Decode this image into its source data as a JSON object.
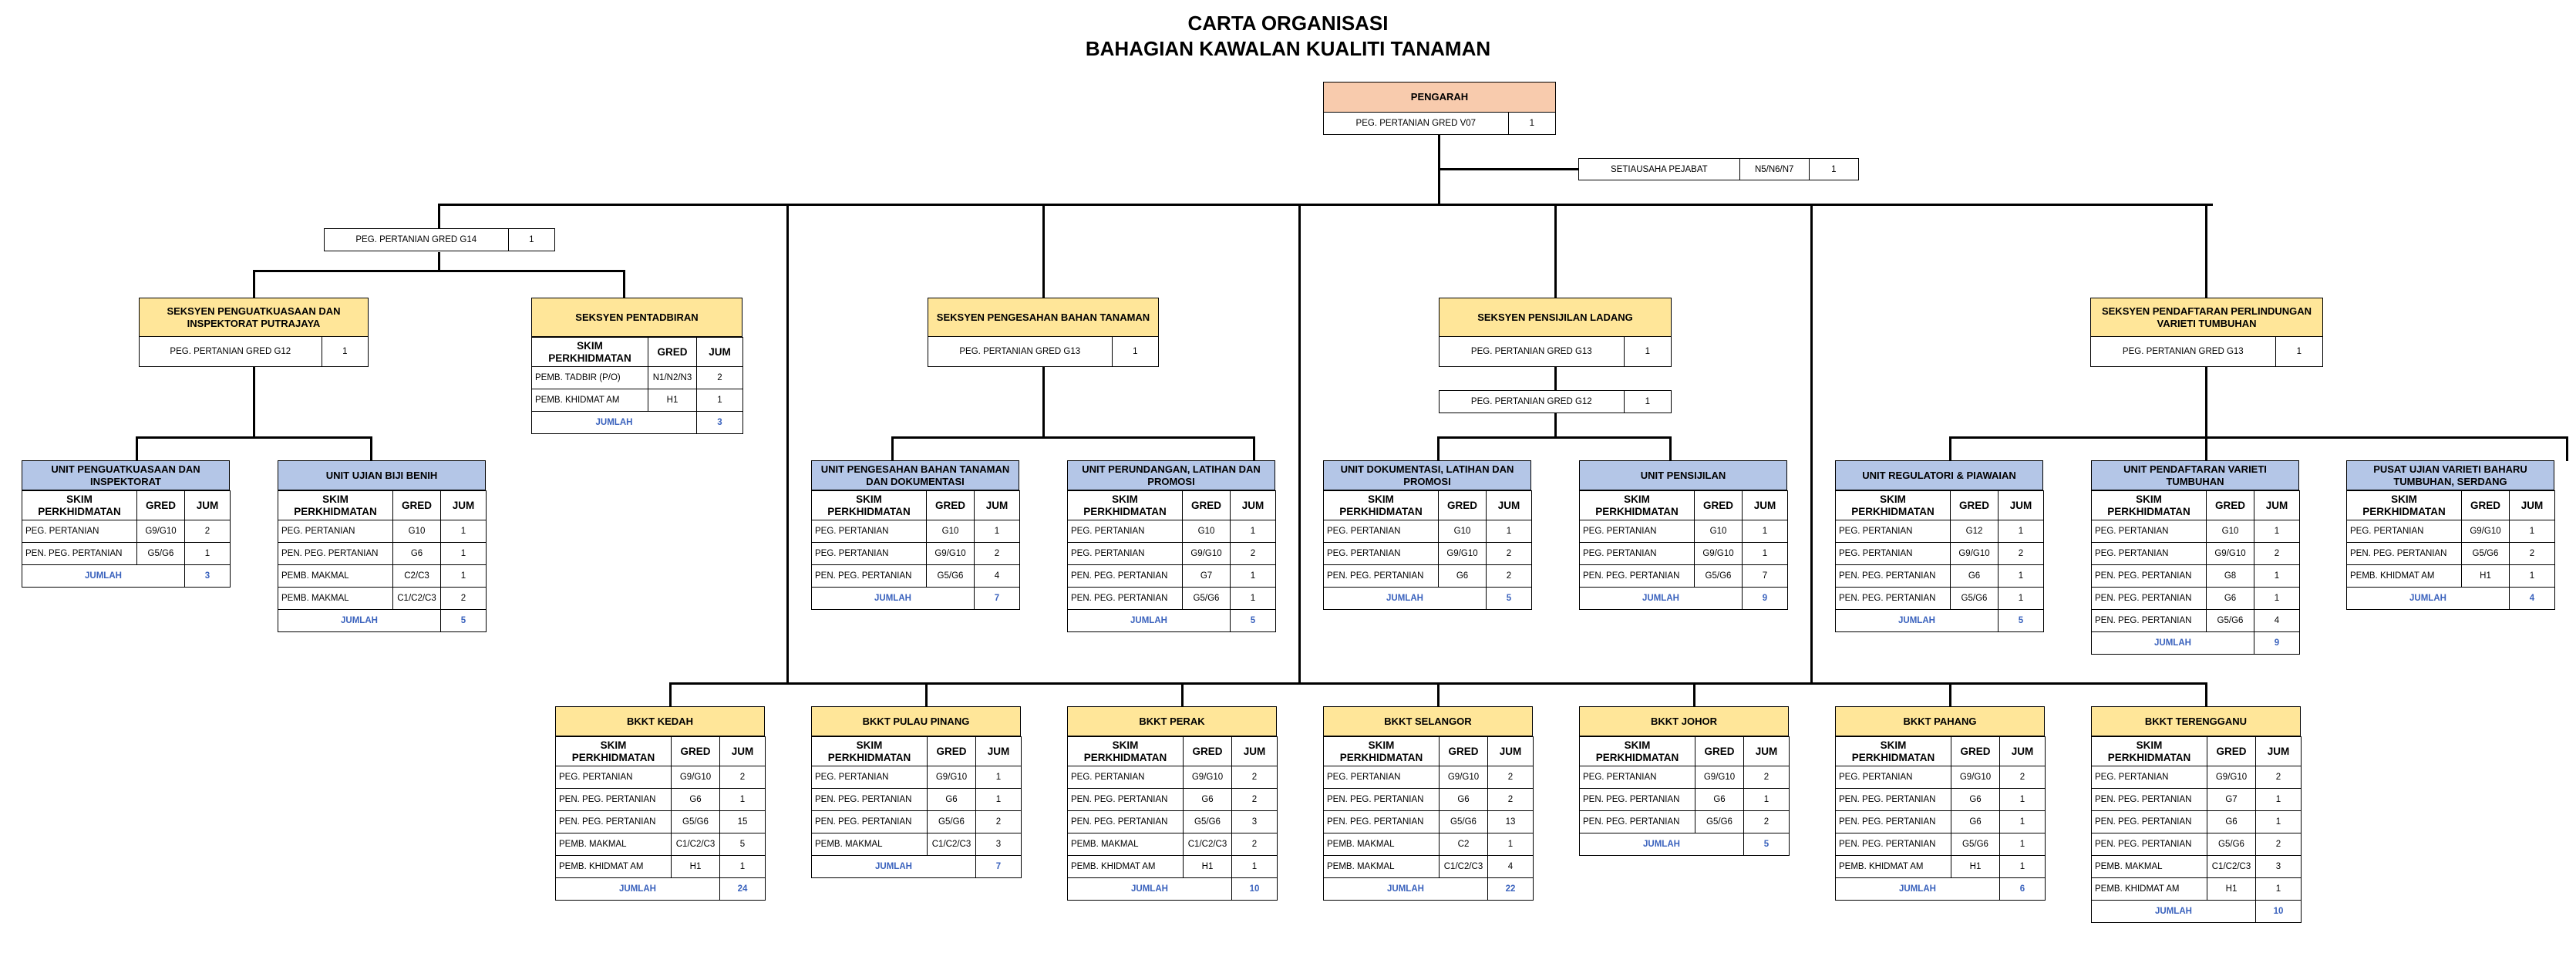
{
  "colors": {
    "head": "#f8cbad",
    "section": "#ffe699",
    "unit": "#b4c6e7",
    "total": "#3a62bd",
    "line": "#000000"
  },
  "title": {
    "line1": "CARTA ORGANISASI",
    "line2": "BAHAGIAN KAWALAN KUALITI TANAMAN"
  },
  "table_header": {
    "skim": "SKIM PERKHIDMATAN",
    "gred": "GRED",
    "jum": "JUM"
  },
  "total_label": "JUMLAH",
  "head": {
    "title": "PENGARAH",
    "post": "PEG. PERTANIAN GRED V07",
    "count": "1"
  },
  "secretary": {
    "post": "SETIAUSAHA PEJABAT",
    "grade": "N5/N6/N7",
    "count": "1"
  },
  "top_left_post": {
    "post": "PEG. PERTANIAN GRED G14",
    "count": "1"
  },
  "sections": [
    {
      "title": "SEKSYEN PENGUATKUASAAN DAN INSPEKTORAT PUTRAJAYA",
      "post": "PEG. PERTANIAN GRED G12",
      "count": "1"
    },
    {
      "title": "SEKSYEN PENTADBIRAN"
    },
    {
      "title": "SEKSYEN PENGESAHAN BAHAN TANAMAN",
      "post": "PEG. PERTANIAN GRED G13",
      "count": "1"
    },
    {
      "title": "SEKSYEN PENSIJILAN LADANG",
      "post": "PEG. PERTANIAN GRED G13",
      "count": "1",
      "post2": "PEG. PERTANIAN GRED G12",
      "count2": "1"
    },
    {
      "title": "SEKSYEN PENDAFTARAN PERLINDUNGAN VARIETI TUMBUHAN",
      "post": "PEG. PERTANIAN GRED G13",
      "count": "1"
    }
  ],
  "boxes": [
    {
      "title": "SEKSYEN PENTADBIRAN",
      "rows": [
        [
          "PEMB. TADBIR (P/O)",
          "N1/N2/N3",
          "2"
        ],
        [
          "PEMB. KHIDMAT AM",
          "H1",
          "1"
        ]
      ],
      "total": "3"
    },
    {
      "title": "UNIT PENGUATKUASAAN DAN INSPEKTORAT",
      "rows": [
        [
          "PEG. PERTANIAN",
          "G9/G10",
          "2"
        ],
        [
          "PEN. PEG. PERTANIAN",
          "G5/G6",
          "1"
        ]
      ],
      "total": "3"
    },
    {
      "title": "UNIT UJIAN BIJI BENIH",
      "rows": [
        [
          "PEG. PERTANIAN",
          "G10",
          "1"
        ],
        [
          "PEN. PEG. PERTANIAN",
          "G6",
          "1"
        ],
        [
          "PEMB. MAKMAL",
          "C2/C3",
          "1"
        ],
        [
          "PEMB. MAKMAL",
          "C1/C2/C3",
          "2"
        ]
      ],
      "total": "5"
    },
    {
      "title": "UNIT PENGESAHAN BAHAN TANAMAN DAN DOKUMENTASI",
      "rows": [
        [
          "PEG. PERTANIAN",
          "G10",
          "1"
        ],
        [
          "PEG. PERTANIAN",
          "G9/G10",
          "2"
        ],
        [
          "PEN. PEG. PERTANIAN",
          "G5/G6",
          "4"
        ]
      ],
      "total": "7"
    },
    {
      "title": "UNIT PERUNDANGAN, LATIHAN DAN PROMOSI",
      "rows": [
        [
          "PEG. PERTANIAN",
          "G10",
          "1"
        ],
        [
          "PEG. PERTANIAN",
          "G9/G10",
          "2"
        ],
        [
          "PEN. PEG. PERTANIAN",
          "G7",
          "1"
        ],
        [
          "PEN. PEG. PERTANIAN",
          "G5/G6",
          "1"
        ]
      ],
      "total": "5"
    },
    {
      "title": "UNIT DOKUMENTASI, LATIHAN DAN PROMOSI",
      "rows": [
        [
          "PEG. PERTANIAN",
          "G10",
          "1"
        ],
        [
          "PEG. PERTANIAN",
          "G9/G10",
          "2"
        ],
        [
          "PEN. PEG. PERTANIAN",
          "G6",
          "2"
        ]
      ],
      "total": "5"
    },
    {
      "title": "UNIT PENSIJILAN",
      "rows": [
        [
          "PEG. PERTANIAN",
          "G10",
          "1"
        ],
        [
          "PEG. PERTANIAN",
          "G9/G10",
          "1"
        ],
        [
          "PEN. PEG. PERTANIAN",
          "G5/G6",
          "7"
        ]
      ],
      "total": "9"
    },
    {
      "title": "UNIT REGULATORI & PIAWAIAN",
      "rows": [
        [
          "PEG. PERTANIAN",
          "G12",
          "1"
        ],
        [
          "PEG. PERTANIAN",
          "G9/G10",
          "2"
        ],
        [
          "PEN. PEG. PERTANIAN",
          "G6",
          "1"
        ],
        [
          "PEN. PEG. PERTANIAN",
          "G5/G6",
          "1"
        ]
      ],
      "total": "5"
    },
    {
      "title": "UNIT PENDAFTARAN VARIETI TUMBUHAN",
      "rows": [
        [
          "PEG. PERTANIAN",
          "G10",
          "1"
        ],
        [
          "PEG. PERTANIAN",
          "G9/G10",
          "2"
        ],
        [
          "PEN. PEG. PERTANIAN",
          "G8",
          "1"
        ],
        [
          "PEN. PEG. PERTANIAN",
          "G6",
          "1"
        ],
        [
          "PEN. PEG. PERTANIAN",
          "G5/G6",
          "4"
        ]
      ],
      "total": "9"
    },
    {
      "title": "PUSAT UJIAN VARIETI BAHARU TUMBUHAN, SERDANG",
      "rows": [
        [
          "PEG. PERTANIAN",
          "G9/G10",
          "1"
        ],
        [
          "PEN. PEG. PERTANIAN",
          "G5/G6",
          "2"
        ],
        [
          "PEMB. KHIDMAT AM",
          "H1",
          "1"
        ]
      ],
      "total": "4"
    },
    {
      "title": "BKKT KEDAH",
      "rows": [
        [
          "PEG. PERTANIAN",
          "G9/G10",
          "2"
        ],
        [
          "PEN. PEG. PERTANIAN",
          "G6",
          "1"
        ],
        [
          "PEN. PEG. PERTANIAN",
          "G5/G6",
          "15"
        ],
        [
          "PEMB. MAKMAL",
          "C1/C2/C3",
          "5"
        ],
        [
          "PEMB. KHIDMAT AM",
          "H1",
          "1"
        ]
      ],
      "total": "24"
    },
    {
      "title": "BKKT PULAU PINANG",
      "rows": [
        [
          "PEG. PERTANIAN",
          "G9/G10",
          "1"
        ],
        [
          "PEN. PEG. PERTANIAN",
          "G6",
          "1"
        ],
        [
          "PEN. PEG. PERTANIAN",
          "G5/G6",
          "2"
        ],
        [
          "PEMB. MAKMAL",
          "C1/C2/C3",
          "3"
        ]
      ],
      "total": "7"
    },
    {
      "title": "BKKT PERAK",
      "rows": [
        [
          "PEG. PERTANIAN",
          "G9/G10",
          "2"
        ],
        [
          "PEN. PEG. PERTANIAN",
          "G6",
          "2"
        ],
        [
          "PEN. PEG. PERTANIAN",
          "G5/G6",
          "3"
        ],
        [
          "PEMB. MAKMAL",
          "C1/C2/C3",
          "2"
        ],
        [
          "PEMB. KHIDMAT AM",
          "H1",
          "1"
        ]
      ],
      "total": "10"
    },
    {
      "title": "BKKT SELANGOR",
      "rows": [
        [
          "PEG. PERTANIAN",
          "G9/G10",
          "2"
        ],
        [
          "PEN. PEG. PERTANIAN",
          "G6",
          "2"
        ],
        [
          "PEN. PEG. PERTANIAN",
          "G5/G6",
          "13"
        ],
        [
          "PEMB. MAKMAL",
          "C2",
          "1"
        ],
        [
          "PEMB. MAKMAL",
          "C1/C2/C3",
          "4"
        ]
      ],
      "total": "22"
    },
    {
      "title": "BKKT JOHOR",
      "rows": [
        [
          "PEG. PERTANIAN",
          "G9/G10",
          "2"
        ],
        [
          "PEN. PEG. PERTANIAN",
          "G6",
          "1"
        ],
        [
          "PEN. PEG. PERTANIAN",
          "G5/G6",
          "2"
        ]
      ],
      "total": "5"
    },
    {
      "title": "BKKT PAHANG",
      "rows": [
        [
          "PEG. PERTANIAN",
          "G9/G10",
          "2"
        ],
        [
          "PEN. PEG. PERTANIAN",
          "G6",
          "1"
        ],
        [
          "PEN. PEG. PERTANIAN",
          "G6",
          "1"
        ],
        [
          "PEN. PEG. PERTANIAN",
          "G5/G6",
          "1"
        ],
        [
          "PEMB. KHIDMAT AM",
          "H1",
          "1"
        ]
      ],
      "total": "6"
    },
    {
      "title": "BKKT TERENGGANU",
      "rows": [
        [
          "PEG. PERTANIAN",
          "G9/G10",
          "2"
        ],
        [
          "PEN. PEG. PERTANIAN",
          "G7",
          "1"
        ],
        [
          "PEN. PEG. PERTANIAN",
          "G6",
          "1"
        ],
        [
          "PEN. PEG. PERTANIAN",
          "G5/G6",
          "2"
        ],
        [
          "PEMB. MAKMAL",
          "C1/C2/C3",
          "3"
        ],
        [
          "PEMB. KHIDMAT AM",
          "H1",
          "1"
        ]
      ],
      "total": "10"
    }
  ]
}
